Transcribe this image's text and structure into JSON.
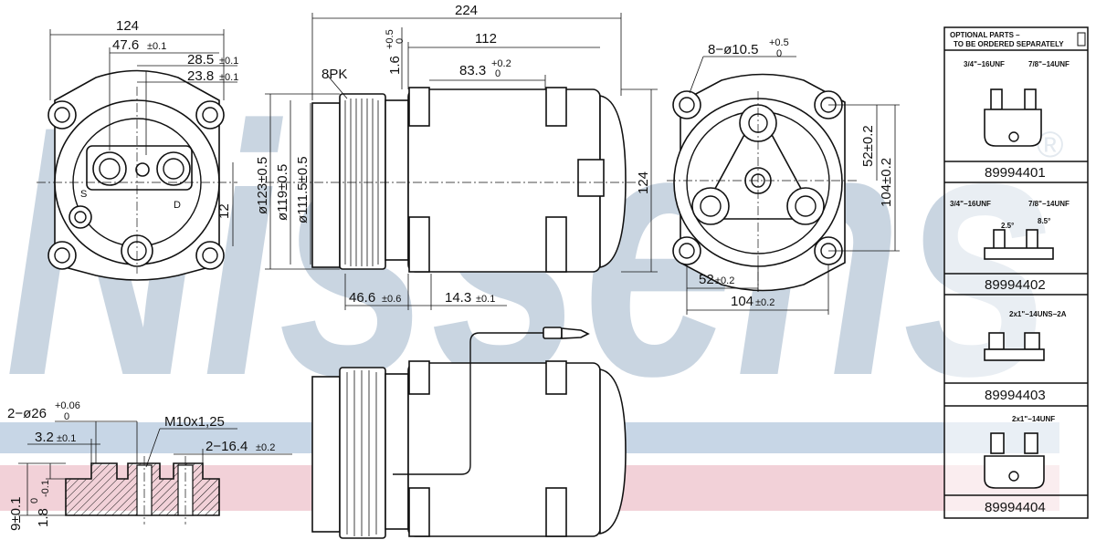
{
  "watermark": {
    "text": "Nissens",
    "registered": "®",
    "color": "#b8c8d8"
  },
  "colors": {
    "stripe_blue": "#c7d6e6",
    "stripe_pink": "#f2d1d8",
    "line": "#111111"
  },
  "front_view": {
    "dims": {
      "width": "124",
      "d47": "47.6",
      "d47_tol": "±0.1",
      "d28": "28.5",
      "d28_tol": "±0.1",
      "d23": "23.8",
      "d23_tol": "±0.1",
      "d12": "12"
    },
    "port_s": "S",
    "port_d": "D"
  },
  "side_view": {
    "dims": {
      "total": "224",
      "d112": "112",
      "d83": "83.3",
      "d83_tol": "+0.2",
      "d83_tol2": "0",
      "d1_6": "1.6",
      "d1_6_tol": "+0.5",
      "d1_6_tol2": "0",
      "pulley_type": "8PK",
      "d123": "ø123±0.5",
      "d119": "ø119±0.5",
      "d111": "ø111.5±0.5",
      "d46": "46.6",
      "d46_tol": "±0.6",
      "d14": "14.3",
      "d14_tol": "±0.1",
      "height": "124"
    }
  },
  "rear_view": {
    "dims": {
      "holes": "8−ø10.5",
      "holes_tol": "+0.5",
      "holes_tol2": "0",
      "d52v": "52±0.2",
      "d104v": "104±0.2",
      "d52h": "52",
      "d52h_tol": "±0.2",
      "d104h": "104",
      "d104h_tol": "±0.2"
    }
  },
  "port_detail": {
    "dims": {
      "ports": "2−ø26",
      "ports_tol": "+0.06",
      "ports_tol2": "0",
      "d3_2": "3.2",
      "d3_2_tol": "±0.1",
      "thread": "M10x1,25",
      "d16": "2−16.4",
      "d16_tol": "±0.2",
      "d9": "9±0.1",
      "d1_8": "1.8",
      "d1_8_tol": "0",
      "d1_8_tol2": "-0.1"
    }
  },
  "optional_parts": {
    "header_line1": "OPTIONAL PARTS –",
    "header_line2": "TO BE ORDERED SEPARATELY",
    "items": [
      {
        "part_number": "89994401",
        "labels": [
          "3/4\"−16UNF",
          "7/8\"−14UNF"
        ]
      },
      {
        "part_number": "89994402",
        "labels": [
          "3/4\"−16UNF",
          "7/8\"−14UNF",
          "2.5°",
          "8.5°"
        ]
      },
      {
        "part_number": "89994403",
        "labels": [
          "2x1\"−14UNS−2A"
        ]
      },
      {
        "part_number": "89994404",
        "labels": [
          "2x1\"−14UNF"
        ]
      }
    ]
  }
}
